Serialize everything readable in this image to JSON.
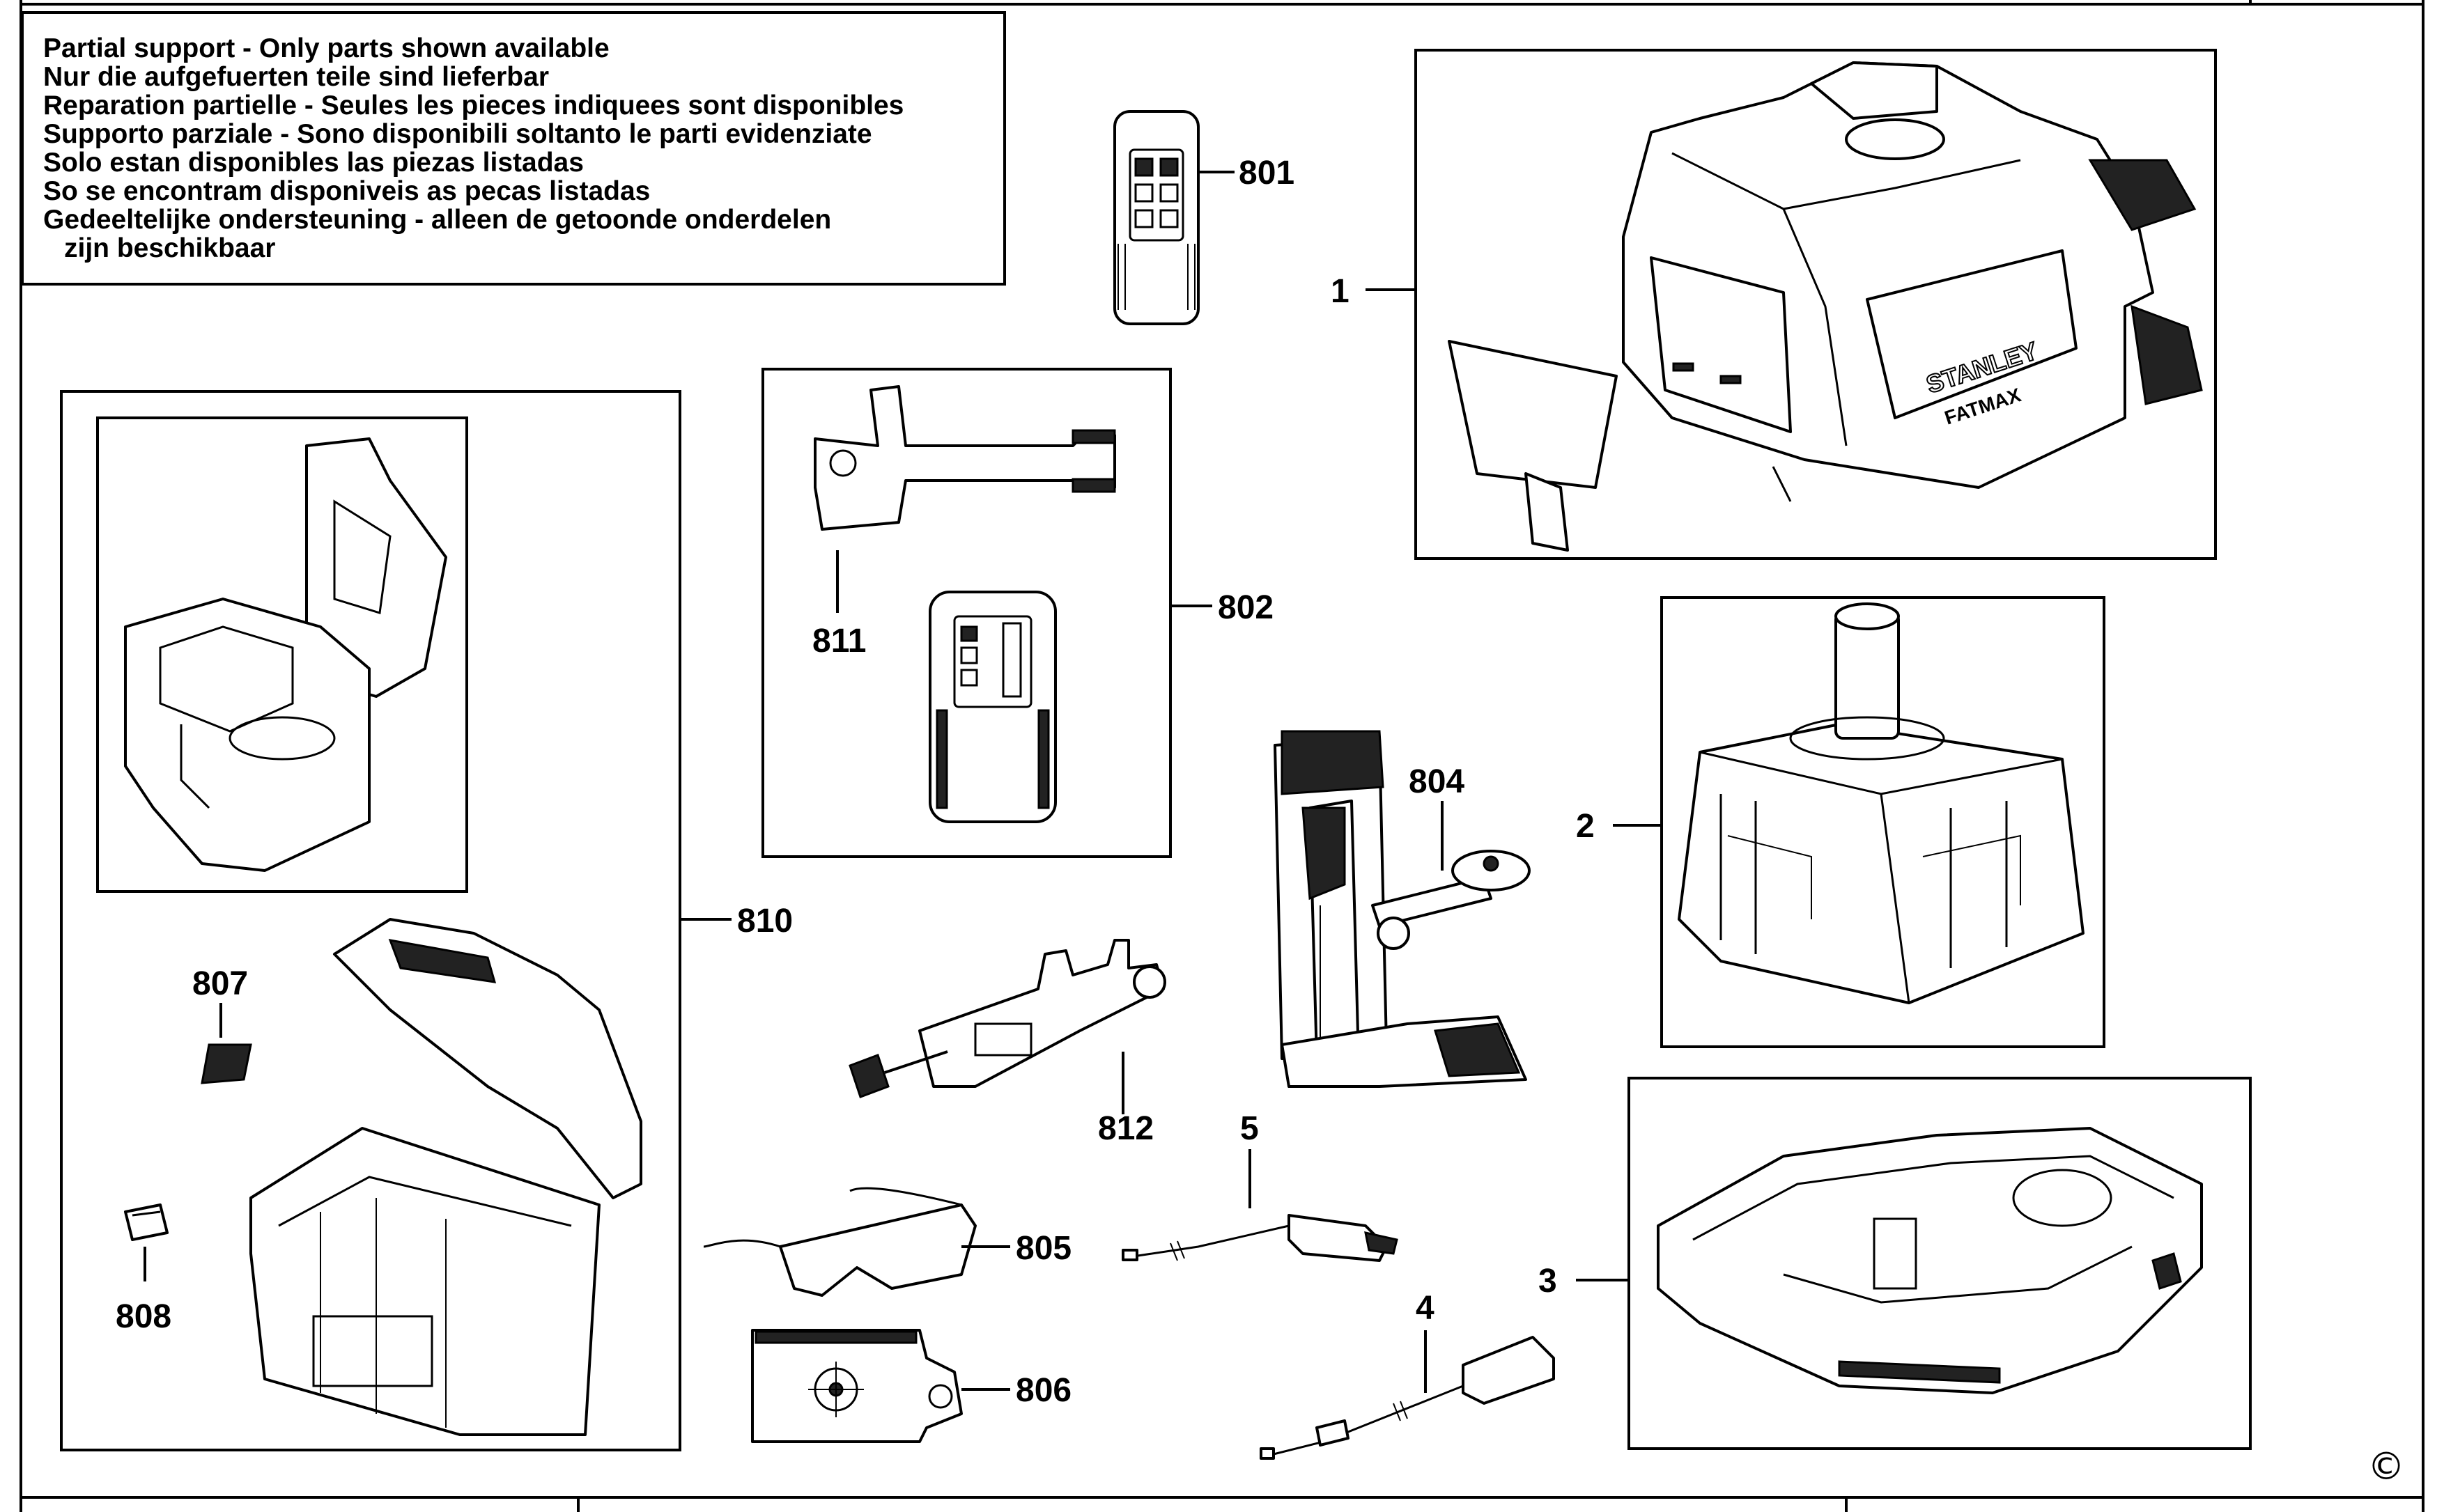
{
  "notice": {
    "lines": [
      "Partial support - Only parts shown available",
      "Nur die aufgefuerten teile sind lieferbar",
      "Reparation partielle - Seules les pieces indiquees sont disponibles",
      "Supporto parziale - Sono disponibili soltanto le parti evidenziate",
      "Solo estan disponibles las piezas listadas",
      "So se encontram disponiveis as pecas listadas",
      "Gedeeltelijke ondersteuning - alleen de getoonde onderdelen",
      "zijn beschikbaar"
    ]
  },
  "callouts": {
    "p801": "801",
    "p1": "1",
    "p802": "802",
    "p811": "811",
    "p810": "810",
    "p804": "804",
    "p2": "2",
    "p807": "807",
    "p812": "812",
    "p5": "5",
    "p805": "805",
    "p808": "808",
    "p3": "3",
    "p4": "4",
    "p806": "806"
  },
  "product_marks": {
    "brand": "STANLEY",
    "line": "FATMAX"
  },
  "copyright": "©"
}
